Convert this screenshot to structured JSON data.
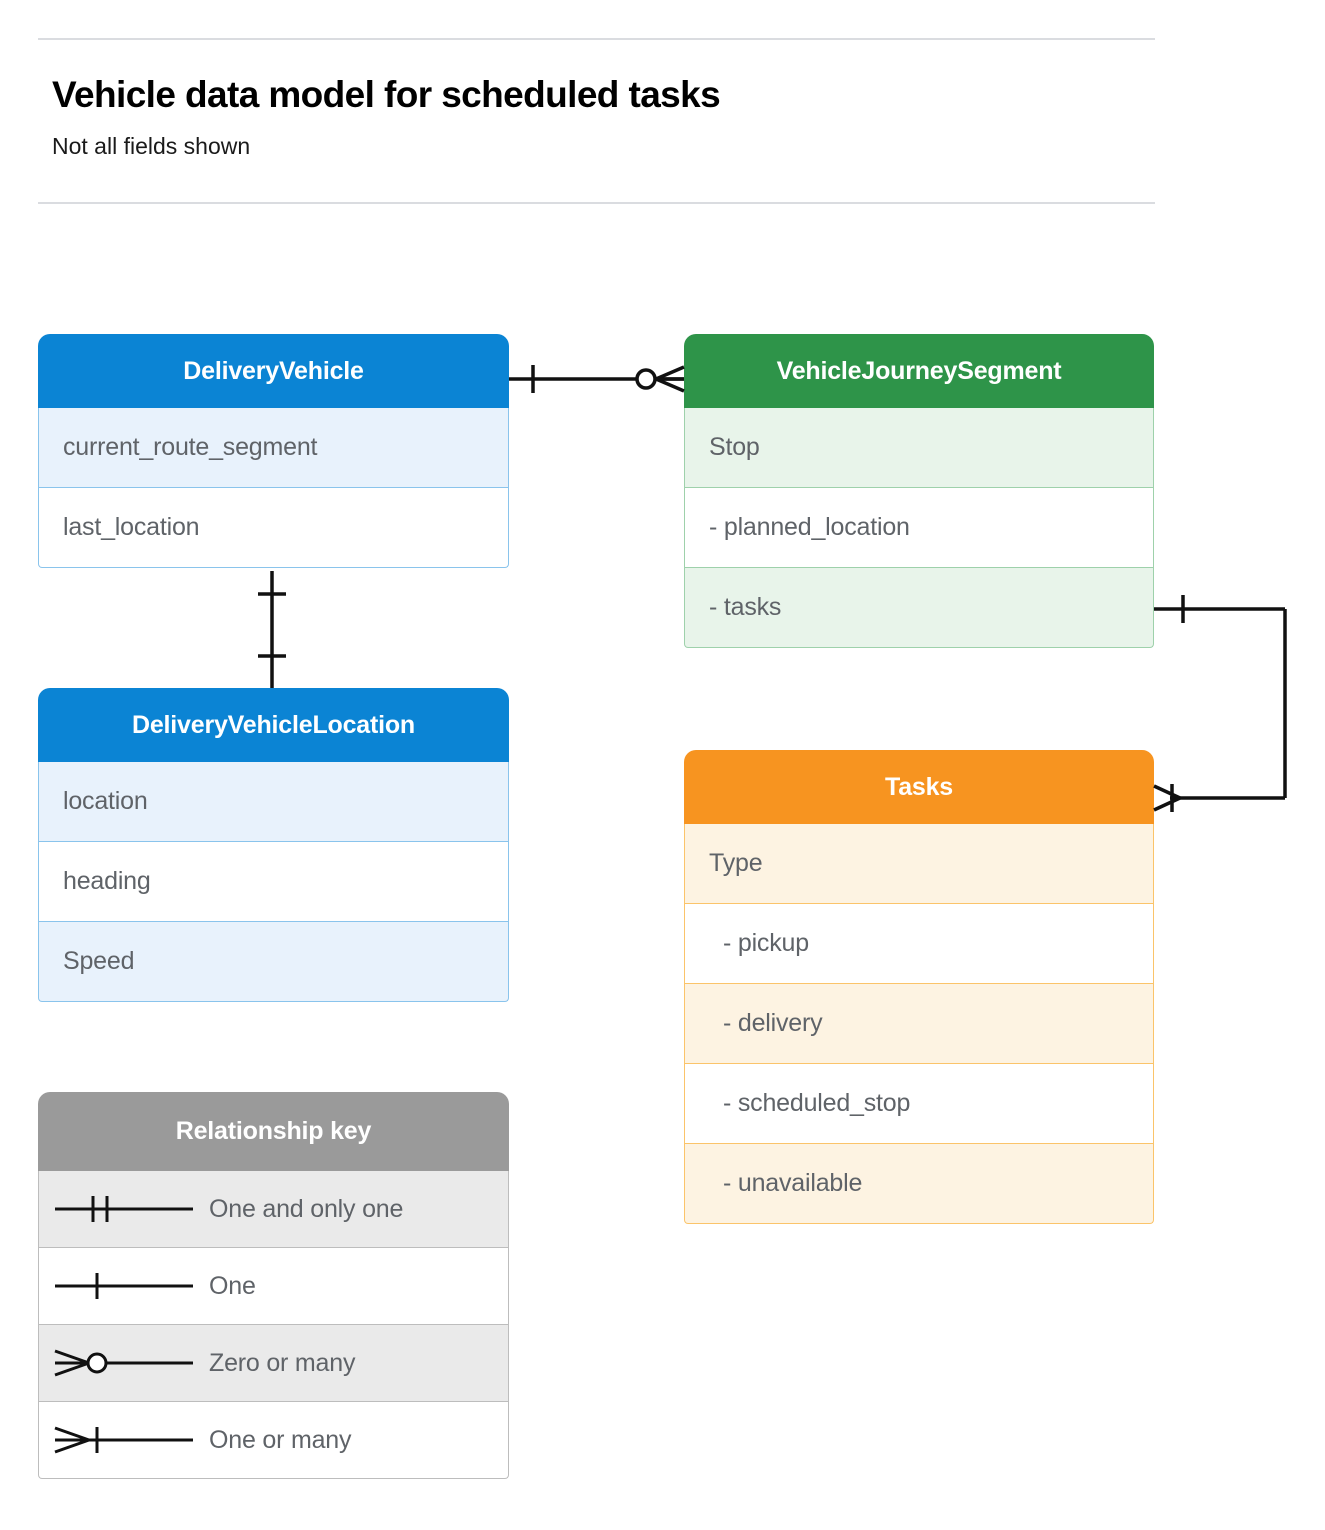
{
  "header": {
    "title": "Vehicle data model for scheduled tasks",
    "subtitle": "Not all fields shown"
  },
  "colors": {
    "blue_header": "#0b84d4",
    "blue_row_tint": "#e8f2fc",
    "blue_border": "#8ac4ec",
    "green_header": "#2e9449",
    "green_row_tint": "#e8f4ea",
    "green_border": "#9ed1ab",
    "orange_header": "#f79420",
    "orange_row_tint": "#fdf3e2",
    "orange_border": "#fbc46a",
    "gray_header": "#9a9a9a",
    "gray_row_tint": "#eaeaea",
    "connector_line": "#111111",
    "rule": "#dadce0",
    "field_text": "#5f6368"
  },
  "entities": {
    "delivery_vehicle": {
      "title": "DeliveryVehicle",
      "color": "blue",
      "fields": [
        {
          "label": "current_route_segment",
          "indent": false
        },
        {
          "label": "last_location",
          "indent": false
        }
      ]
    },
    "vehicle_journey_segment": {
      "title": "VehicleJourneySegment",
      "color": "green",
      "fields": [
        {
          "label": "Stop",
          "indent": false
        },
        {
          "label": "-  planned_location",
          "indent": false
        },
        {
          "label": "- tasks",
          "indent": false
        }
      ]
    },
    "delivery_vehicle_location": {
      "title": "DeliveryVehicleLocation",
      "color": "blue",
      "fields": [
        {
          "label": "location",
          "indent": false
        },
        {
          "label": "heading",
          "indent": false
        },
        {
          "label": "Speed",
          "indent": false
        }
      ]
    },
    "tasks": {
      "title": "Tasks",
      "color": "orange",
      "fields": [
        {
          "label": "Type",
          "indent": false
        },
        {
          "label": "-  pickup",
          "indent": true
        },
        {
          "label": "-  delivery",
          "indent": true
        },
        {
          "label": "-  scheduled_stop",
          "indent": true
        },
        {
          "label": "-  unavailable",
          "indent": true
        }
      ]
    }
  },
  "relationships": [
    {
      "name": "deliveryvehicle-to-vehiclejourneysegment",
      "from": "DeliveryVehicle",
      "to": "VehicleJourneySegment",
      "from_cardinality": "One",
      "to_cardinality": "Zero or many"
    },
    {
      "name": "deliveryvehicle-to-deliveryvehiclelocation",
      "from": "DeliveryVehicle",
      "to": "DeliveryVehicleLocation",
      "from_cardinality": "One",
      "to_cardinality": "One"
    },
    {
      "name": "vehiclejourneysegment-tasks-to-tasks",
      "from": "VehicleJourneySegment",
      "to": "Tasks",
      "from_cardinality": "One",
      "to_cardinality": "One or many"
    }
  ],
  "legend": {
    "title": "Relationship key",
    "rows": [
      {
        "symbol": "one-and-only-one-symbol",
        "label": "One and only one"
      },
      {
        "symbol": "one-symbol",
        "label": "One"
      },
      {
        "symbol": "zero-or-many-symbol",
        "label": "Zero or many"
      },
      {
        "symbol": "one-or-many-symbol",
        "label": "One or many"
      }
    ]
  }
}
